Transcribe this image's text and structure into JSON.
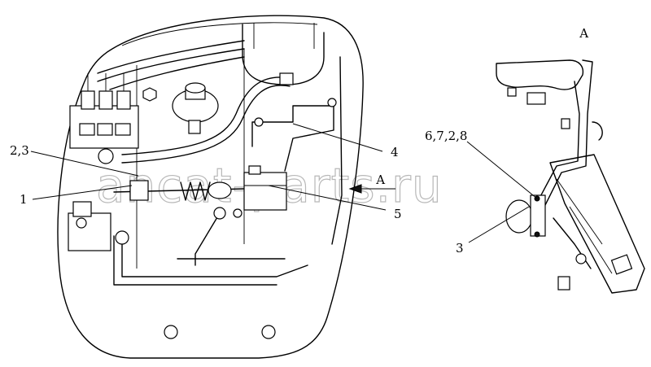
{
  "diagram": {
    "view_label": "А",
    "section_mark": "А",
    "watermark": "ancat-parts.ru",
    "callouts": [
      {
        "id": "c1",
        "text": "1"
      },
      {
        "id": "c23",
        "text": "2,3"
      },
      {
        "id": "c4",
        "text": "4"
      },
      {
        "id": "c5",
        "text": "5"
      },
      {
        "id": "c6728",
        "text": "6,7,2,8"
      },
      {
        "id": "c3",
        "text": "3"
      }
    ]
  }
}
